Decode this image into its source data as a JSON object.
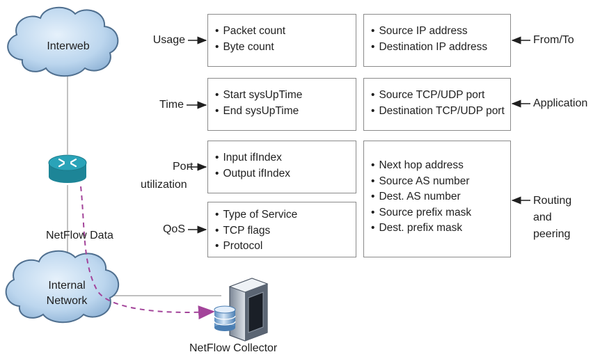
{
  "clouds": {
    "top": "Interweb",
    "bottom_line1": "Internal",
    "bottom_line2": "Network"
  },
  "captions": {
    "netflow_data": "NetFlow Data",
    "collector": "NetFlow Collector"
  },
  "left_labels": {
    "usage": "Usage",
    "time": "Time",
    "port_line1": "Port",
    "port_line2": "utilization",
    "qos": "QoS"
  },
  "right_labels": {
    "from_to": "From/To",
    "application": "Application",
    "routing_line1": "Routing",
    "routing_line2": "and",
    "routing_line3": "peering"
  },
  "left_boxes": {
    "usage": [
      "Packet count",
      "Byte count"
    ],
    "time": [
      "Start sysUpTime",
      "End sysUpTime"
    ],
    "port": [
      "Input ifIndex",
      "Output ifIndex"
    ],
    "qos": [
      "Type of Service",
      "TCP flags",
      "Protocol"
    ]
  },
  "right_boxes": {
    "from_to": [
      "Source IP address",
      "Destination IP address"
    ],
    "application": [
      "Source TCP/UDP port",
      "Destination TCP/UDP port"
    ],
    "routing": [
      "Next hop address",
      "Source AS number",
      "Dest. AS number",
      "Source prefix mask",
      "Dest. prefix mask"
    ]
  },
  "colors": {
    "cloud_fill": "#bcd6ee",
    "cloud_stroke": "#4f6f8f",
    "router": "#2aa3b8",
    "dashed_arrow": "#a3449a",
    "box_border": "#8a8a8a"
  }
}
